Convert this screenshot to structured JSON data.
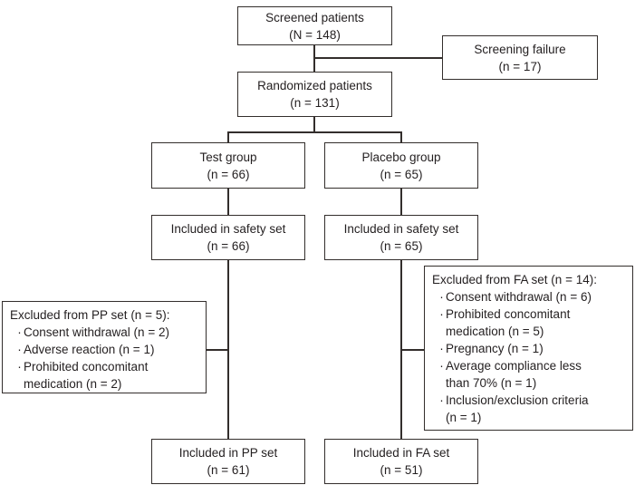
{
  "diagram": {
    "bullet_char": "·",
    "colors": {
      "line": "#332e2c",
      "text": "#231f20",
      "box_background": "#ffffff"
    }
  },
  "boxes": {
    "screened": {
      "line1": "Screened patients",
      "line2": "(N = 148)"
    },
    "screening_failure": {
      "line1": "Screening failure",
      "line2": "(n = 17)"
    },
    "randomized": {
      "line1": "Randomized patients",
      "line2": "(n = 131)"
    },
    "test_group": {
      "line1": "Test group",
      "line2": "(n = 66)"
    },
    "placebo_group": {
      "line1": "Placebo group",
      "line2": "(n = 65)"
    },
    "safety_test": {
      "line1": "Included in safety set",
      "line2": "(n = 66)"
    },
    "safety_placebo": {
      "line1": "Included in safety set",
      "line2": "(n = 65)"
    },
    "excluded_pp": {
      "title": "Excluded from PP set (n = 5):",
      "items": [
        "Consent withdrawal (n = 2)",
        "Adverse reaction (n = 1)",
        "Prohibited concomitant\nmedication (n = 2)"
      ]
    },
    "excluded_fa": {
      "title": "Excluded from FA set (n = 14):",
      "items": [
        "Consent withdrawal (n = 6)",
        "Prohibited concomitant\nmedication (n = 5)",
        "Pregnancy (n = 1)",
        "Average compliance less\nthan 70% (n = 1)",
        "Inclusion/exclusion criteria\n(n = 1)"
      ]
    },
    "included_pp": {
      "line1": "Included in PP set",
      "line2": "(n = 61)"
    },
    "included_fa": {
      "line1": "Included in FA set",
      "line2": "(n = 51)"
    }
  }
}
